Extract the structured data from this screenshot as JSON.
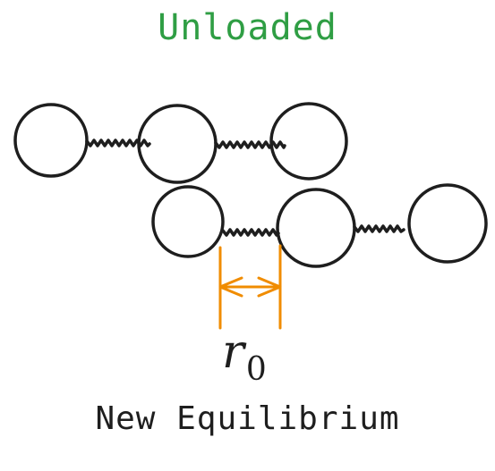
{
  "diagram": {
    "title": "Unloaded",
    "subtitle": "New Equilibrium",
    "dimension_label": {
      "symbol": "r",
      "subscript": "0"
    },
    "colors": {
      "title": "#2f9e44",
      "ink": "#1e1e1e",
      "dimension": "#f08c00"
    }
  }
}
